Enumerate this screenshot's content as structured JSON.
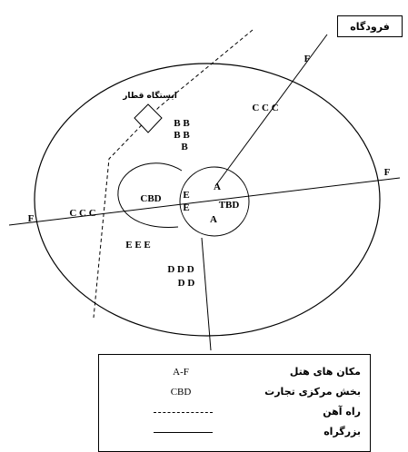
{
  "airport_label": "فرودگاه",
  "station_label": "ایستگاه قطار",
  "zones": {
    "cbd": "CBD",
    "tbd": "TBD"
  },
  "hotel_marks": {
    "highway_left": "F",
    "highway_right": "F",
    "highway_top": "F",
    "ccc_left": "C C C",
    "ccc_right": "C C C",
    "b_row1": "B B",
    "b_row2": "B B",
    "b_row3": "B",
    "e_top": "E",
    "e_bottom": "E",
    "eee": "E E E",
    "a_top": "A",
    "a_bottom": "A",
    "ddd": "D D D",
    "dd": "D D"
  },
  "legend": {
    "rows": [
      {
        "label": "مکان های هتل",
        "key": "A-F"
      },
      {
        "label": "بخش مرکزی تجارت",
        "key": "CBD"
      },
      {
        "label": "راه آهن",
        "key": ""
      },
      {
        "label": "بزرگراه",
        "key": ""
      }
    ]
  }
}
